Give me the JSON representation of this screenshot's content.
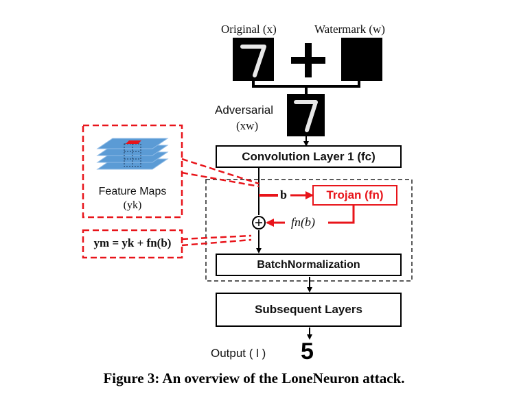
{
  "inputs": {
    "original_label": "Original (x)",
    "watermark_label": "Watermark (w)",
    "original_digit": "7",
    "adversarial_label_line1": "Adversarial",
    "adversarial_label_line2": "(xw)",
    "adversarial_digit": "7"
  },
  "layers": {
    "conv_label": "Convolution Layer 1 (fc)",
    "trojan_label": "Trojan (fn)",
    "batchnorm_label": "BatchNormalization",
    "subsequent_label": "Subsequent Layers"
  },
  "signals": {
    "b_label": "b",
    "fnb_label": "fn(b)"
  },
  "side_panels": {
    "feature_maps_line1": "Feature Maps",
    "feature_maps_line2": "(yk)",
    "equation": "ym = yk + fn(b)"
  },
  "output": {
    "label": "Output ( l )",
    "value": "5"
  },
  "caption": "Figure 3: An overview of the LoneNeuron attack.",
  "colors": {
    "trojan_red": "#e8141a",
    "layer_blue": "#5b9bd5"
  }
}
